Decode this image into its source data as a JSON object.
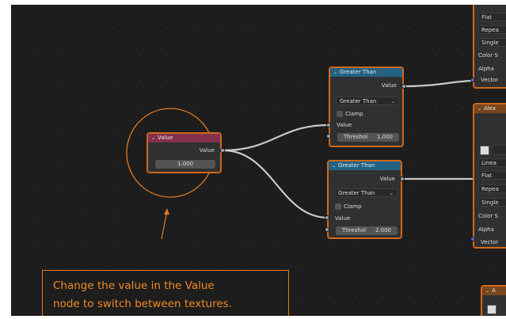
{
  "value_node": {
    "title": "Value",
    "output_label": "Value",
    "value": "1.000"
  },
  "greater_than_1": {
    "title": "Greater Than",
    "output_label": "Value",
    "operation": "Greater Than",
    "clamp_label": "Clamp",
    "input_label": "Value",
    "threshold_label": "Threshol",
    "threshold_value": "1.000"
  },
  "greater_than_2": {
    "title": "Greater Than",
    "output_label": "Value",
    "operation": "Greater Than",
    "clamp_label": "Clamp",
    "input_label": "Value",
    "threshold_label": "Threshol",
    "threshold_value": "2.000"
  },
  "texture_node_top": {
    "items": [
      "Flat",
      "Repea",
      "Single",
      "Color S",
      "Alpha",
      "Vector"
    ]
  },
  "texture_node_mid": {
    "title": "Alex",
    "items": [
      "Linea",
      "Flat",
      "Repea",
      "Single",
      "Color S",
      "Alpha",
      "Vector"
    ]
  },
  "texture_node_bottom": {
    "title": "A"
  },
  "callout": {
    "line1": "Change the value in the Value",
    "line2": "node to switch between textures."
  },
  "colors": {
    "accent_orange": "#e07820",
    "value_header": "#83314a",
    "math_header": "#246283",
    "texture_header": "#79461d",
    "background": "#1d1d1d"
  }
}
